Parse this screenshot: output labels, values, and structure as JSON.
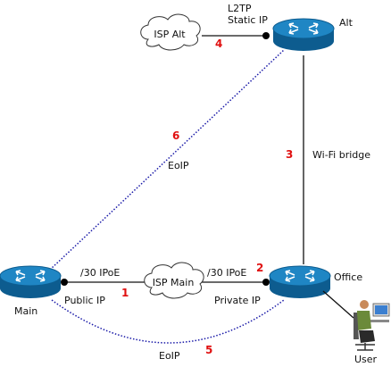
{
  "nodes": {
    "main": {
      "label": "Main"
    },
    "office": {
      "label": "Office"
    },
    "alt": {
      "label": "Alt"
    },
    "user": {
      "label": "User"
    },
    "isp_main": {
      "label": "ISP Main"
    },
    "isp_alt": {
      "label": "ISP Alt"
    }
  },
  "links": {
    "l1": {
      "number": "1",
      "left_label": "/30 IPoE",
      "below_label": "Public IP"
    },
    "l2": {
      "number": "2",
      "left_label": "/30 IPoE",
      "below_label": "Private IP"
    },
    "l3": {
      "number": "3",
      "label": "Wi-Fi bridge"
    },
    "l4": {
      "number": "4",
      "label_line1": "L2TP",
      "label_line2": "Static IP"
    },
    "l5": {
      "number": "5",
      "label": "EoIP"
    },
    "l6": {
      "number": "6",
      "label": "EoIP"
    }
  },
  "colors": {
    "router_fill": "#1f86c4",
    "router_dark": "#0d5c8f",
    "tunnel": "#1a1aa8",
    "number": "#e01010",
    "line": "#111111"
  }
}
